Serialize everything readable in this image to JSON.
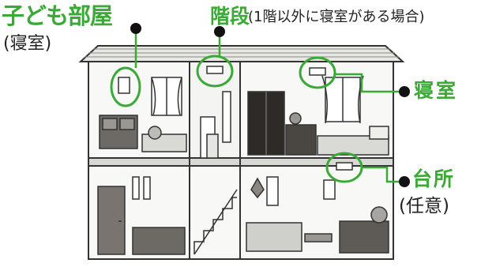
{
  "colors": {
    "accent": "#3aa935",
    "outline": "#333333",
    "wall": "#f4f4f2",
    "dark_furniture": "#2e2a28"
  },
  "labels": {
    "kids_room": "子ども部屋",
    "kids_room_sub": "(寝室)",
    "stairs": "階段",
    "stairs_sub": "(1階以外に寝室がある場合)",
    "bedroom": "寝室",
    "kitchen": "台所",
    "kitchen_sub": "(任意)"
  },
  "icons": {
    "detector": "smoke-detector-icon",
    "marker": "callout-dot-icon"
  }
}
